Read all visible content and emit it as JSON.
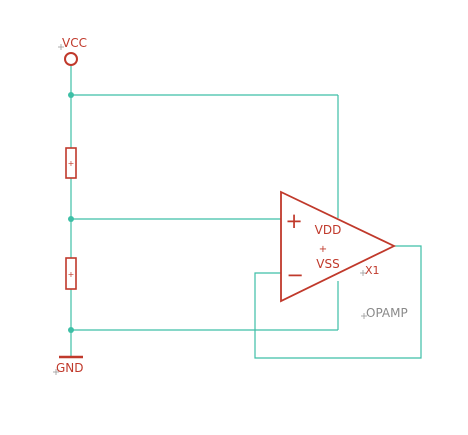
{
  "schematic": {
    "power": {
      "label": "VCC"
    },
    "ground": {
      "label": "GND"
    },
    "resistors": [
      {
        "mark": "+"
      },
      {
        "mark": "+"
      }
    ],
    "opamp": {
      "pin_labels": {
        "plus": "+",
        "minus": "−"
      },
      "supply_top": "VDD",
      "supply_mid": "+",
      "supply_bottom": "VSS",
      "name": "X1",
      "value": "OPAMP"
    },
    "colors": {
      "symbol": "#c0392b",
      "wire": "#3dbfa6",
      "junction": "#3dbfa6",
      "value_text": "#8a8a8a",
      "origin_mark": "#9a9a9a"
    }
  }
}
